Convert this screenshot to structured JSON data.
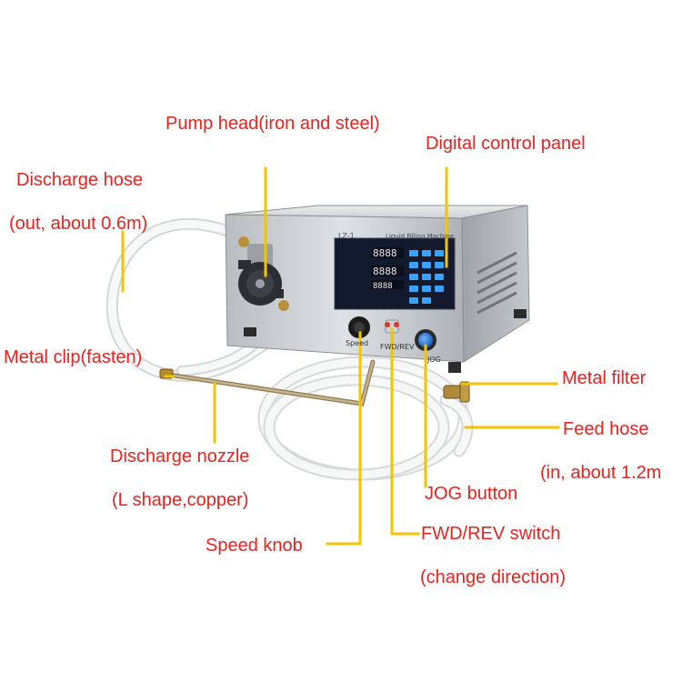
{
  "labels": {
    "pump_head": "Pump head(iron and steel)",
    "control_panel": "Digital control panel",
    "discharge_hose_1": "Discharge hose",
    "discharge_hose_2": "(out, about 0.6m)",
    "metal_clip": "Metal clip(fasten)",
    "metal_filter": "Metal filter",
    "feed_hose_1": "Feed hose",
    "feed_hose_2": "(in, about 1.2m",
    "discharge_nozzle_1": "Discharge nozzle",
    "discharge_nozzle_2": "(L shape,copper)",
    "jog_button": "JOG button",
    "speed_knob": "Speed knob",
    "fwd_rev_1": "FWD/REV switch",
    "fwd_rev_2": "(change direction)"
  },
  "machine": {
    "model": "LZ-1",
    "title": "Liquid Filling Machine",
    "display_1": "8888",
    "display_2": "8888",
    "display_3": "8888",
    "speed_label": "Speed",
    "fwd_label": "FWD/REV",
    "jog_label": "JOG"
  },
  "colors": {
    "label_text": "#e8231f",
    "leader_line": "#f2c500",
    "housing": "#c9ccd0",
    "hose": "#f2f3f3"
  }
}
